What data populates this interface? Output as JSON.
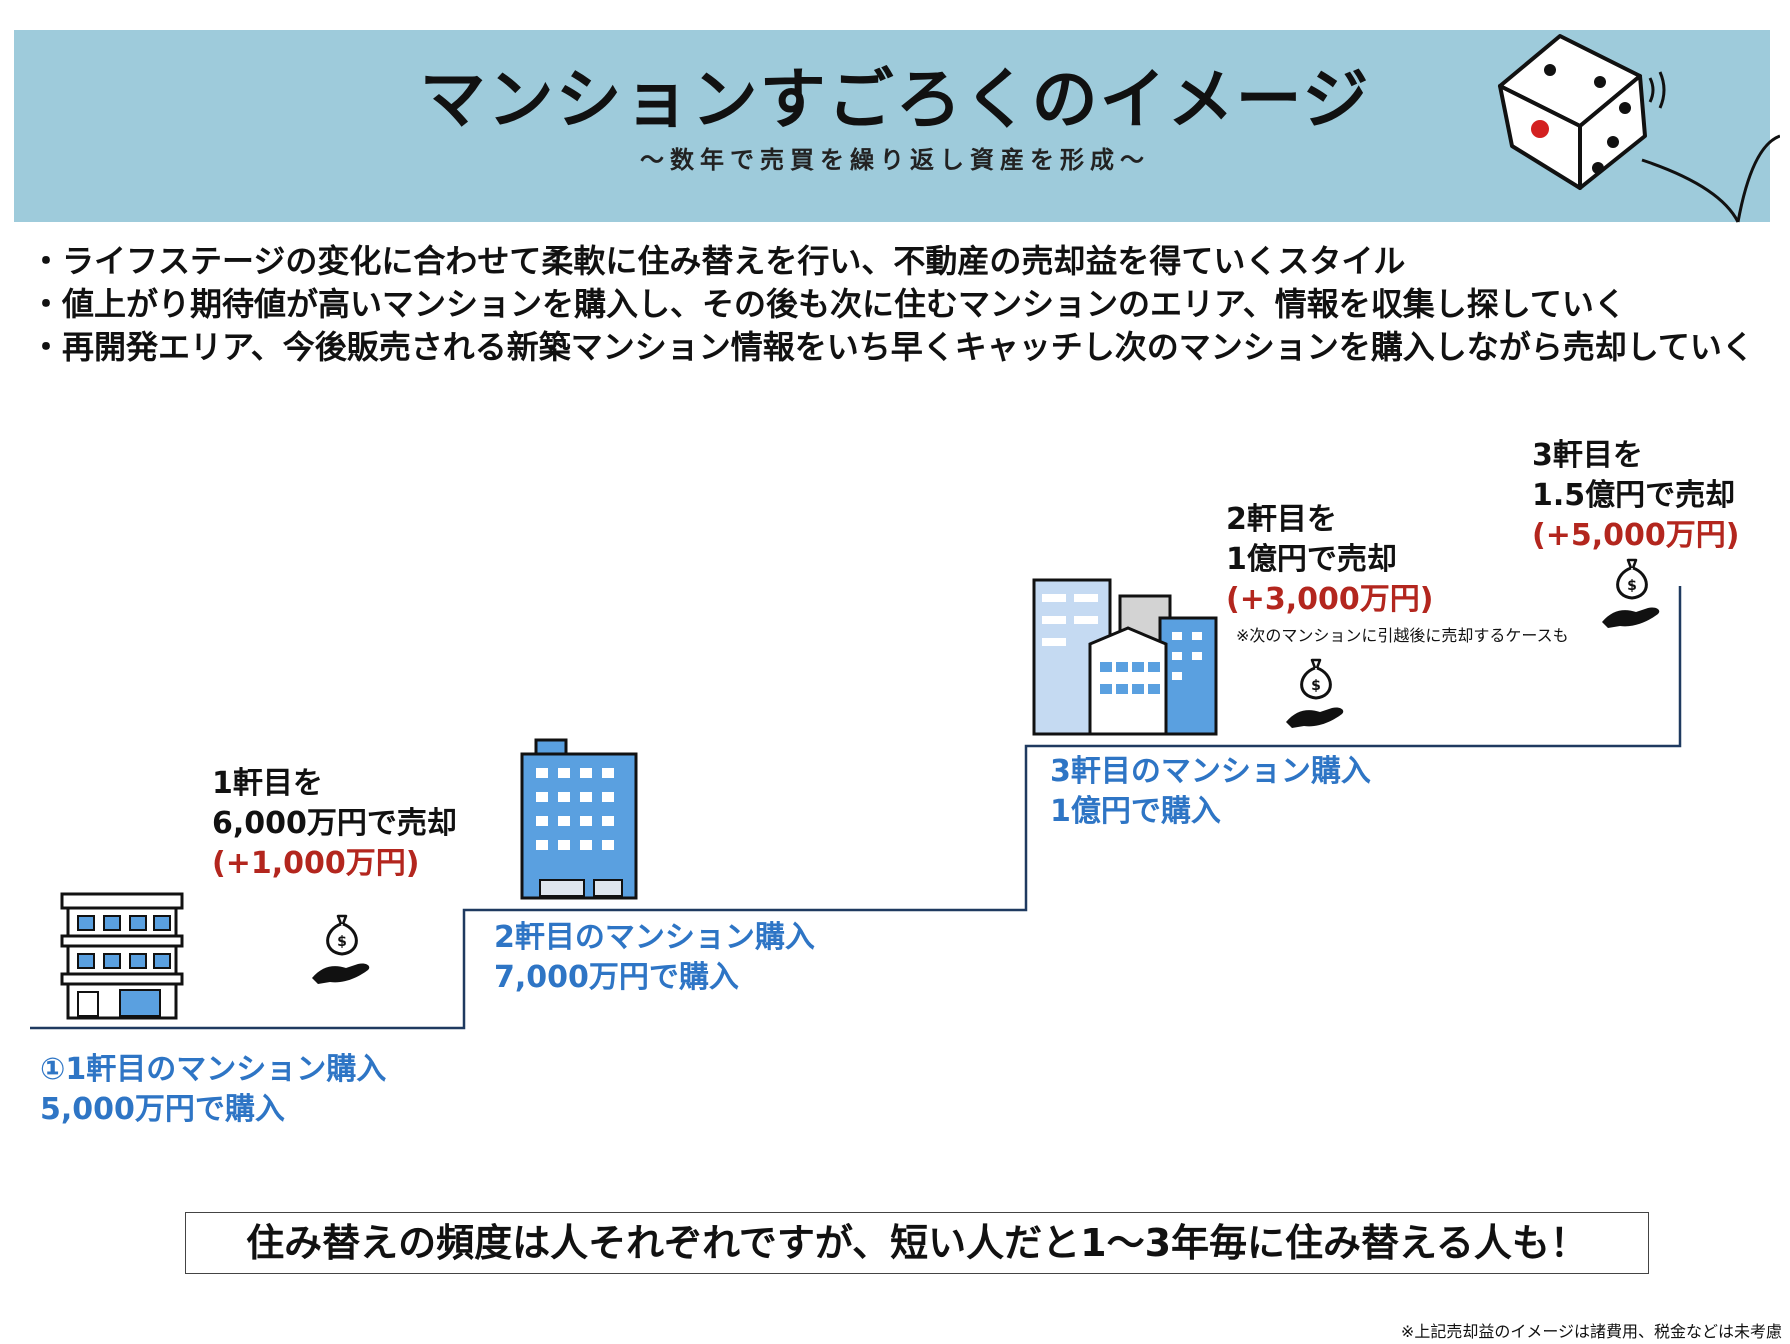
{
  "header": {
    "title": "マンションすごろくのイメージ",
    "subtitle": "～数年で売買を繰り返し資産を形成～"
  },
  "bullets": [
    "・ライフステージの変化に合わせて柔軟に住み替えを行い、不動産の売却益を得ていくスタイル",
    "・値上がり期待値が高いマンションを購入し、その後も次に住むマンションのエリア、情報を収集し探していく",
    "・再開発エリア、今後販売される新築マンション情報をいち早くキャッチし次のマンションを購入しながら売却していく"
  ],
  "steps": [
    {
      "buy_line1": "①1軒目のマンション購入",
      "buy_line2": "5,000万円で購入",
      "sell_line1": "1軒目を",
      "sell_line2": "6,000万円で売却",
      "gain": "(+1,000万円)"
    },
    {
      "buy_line1": "2軒目のマンション購入",
      "buy_line2": "7,000万円で購入",
      "sell_line1": "2軒目を",
      "sell_line2": "1億円で売却",
      "gain": "(+3,000万円)",
      "note": "※次のマンションに引越後に売却するケースも"
    },
    {
      "buy_line1": "3軒目のマンション購入",
      "buy_line2": "1億円で購入",
      "sell_line1": "3軒目を",
      "sell_line2": "1.5億円で売却",
      "gain": "(+5,000万円)"
    }
  ],
  "callout": "住み替えの頻度は人それぞれですが、短い人だと1～3年毎に住み替える人も！",
  "footnote": "※上記売却益のイメージは諸費用、税金などは未考慮",
  "colors": {
    "banner": "#9ecbdb",
    "buy_text": "#2e75c5",
    "gain_text": "#b3261e",
    "stair_line": "#1f3a60"
  },
  "icons": [
    "dice-icon",
    "apartment-building-icon",
    "office-tower-icon",
    "city-buildings-icon",
    "money-bag-hand-icon"
  ]
}
